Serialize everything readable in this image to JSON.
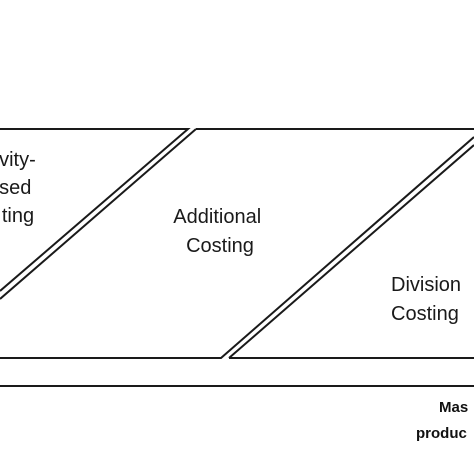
{
  "regions": [
    {
      "id": "activity-based-costing",
      "lines": [
        "ivity-",
        "sed",
        "ting"
      ]
    },
    {
      "id": "additional-costing",
      "lines": [
        "Additional",
        "Costing"
      ]
    },
    {
      "id": "division-costing",
      "lines": [
        "Division",
        "Costing"
      ]
    }
  ],
  "axis": {
    "right_label_lines": [
      "Mas",
      "produc"
    ]
  },
  "colors": {
    "stroke": "#1a1a1a",
    "background": "#ffffff"
  }
}
